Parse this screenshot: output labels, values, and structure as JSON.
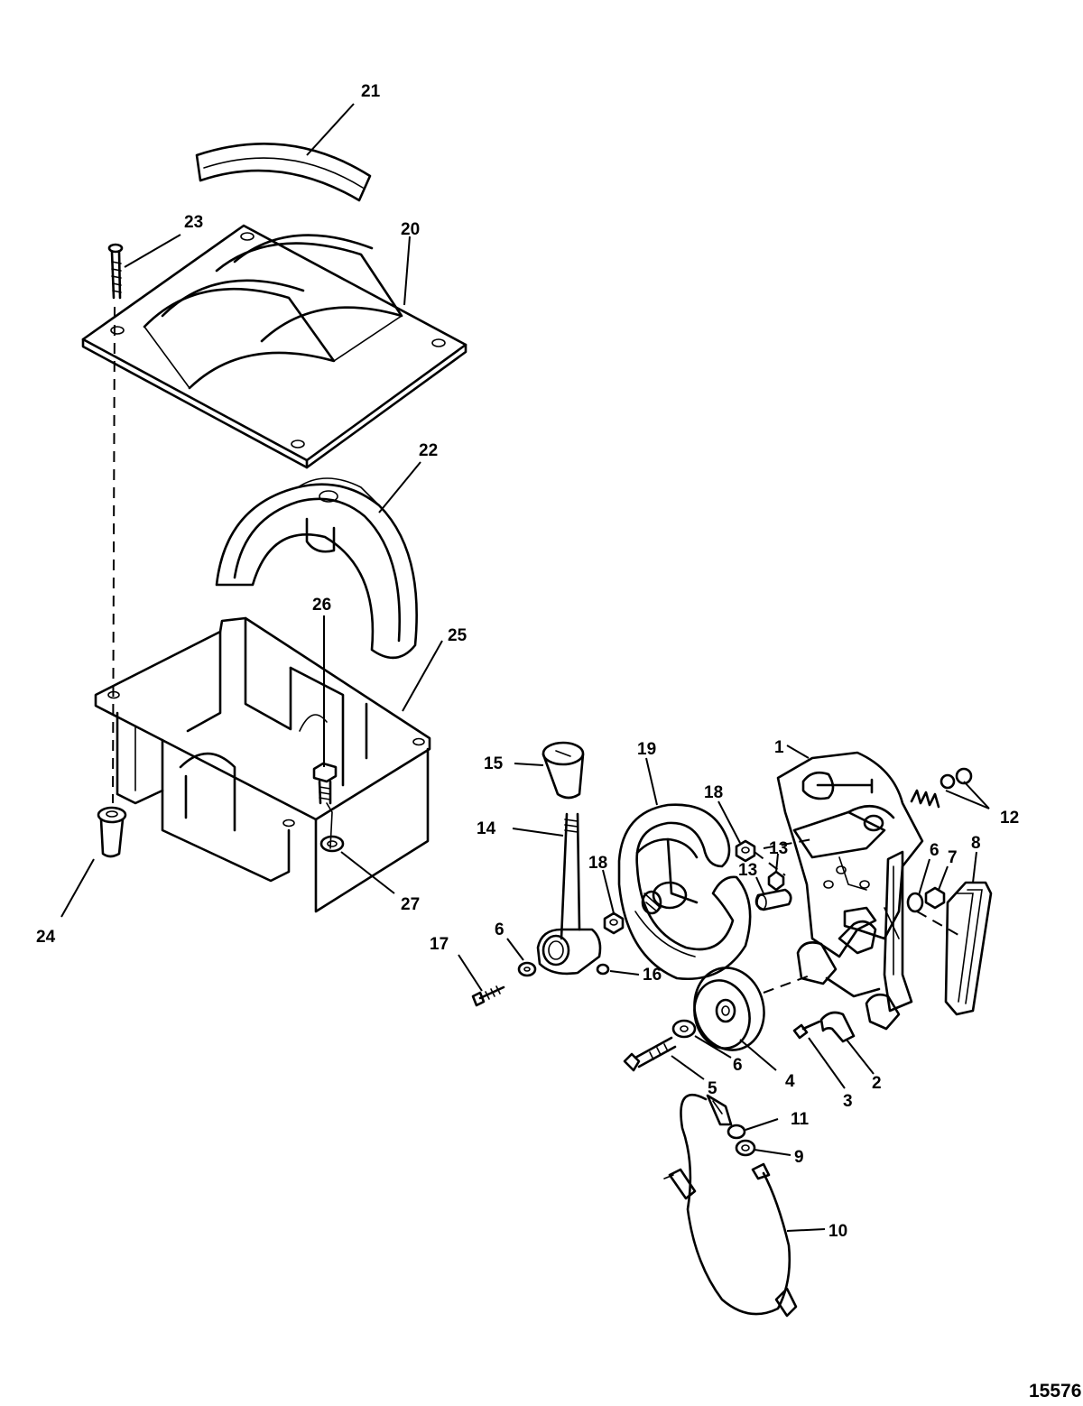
{
  "diagram_ref": "15576",
  "callouts": [
    "1",
    "2",
    "3",
    "4",
    "5",
    "6",
    "6",
    "6",
    "7",
    "8",
    "9",
    "10",
    "11",
    "12",
    "13",
    "13",
    "14",
    "15",
    "16",
    "17",
    "18",
    "18",
    "19",
    "20",
    "21",
    "22",
    "23",
    "24",
    "25",
    "26",
    "27"
  ]
}
